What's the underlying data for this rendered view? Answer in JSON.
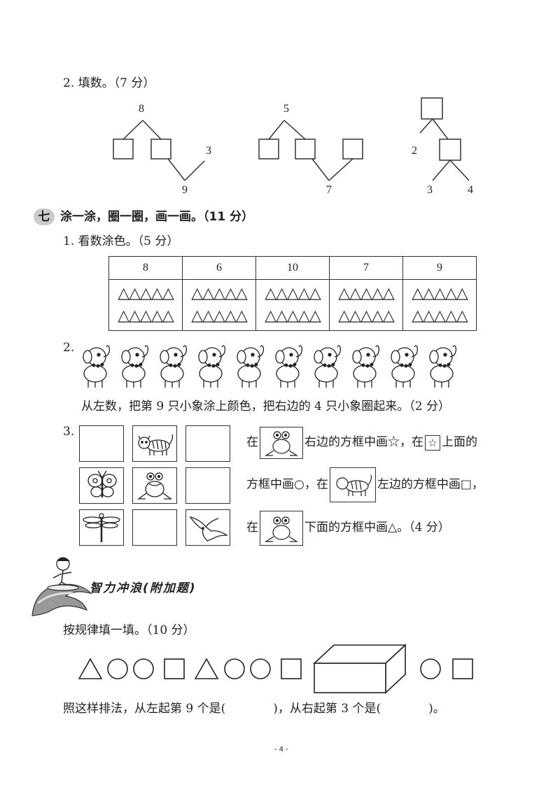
{
  "q2": {
    "title": "2. 填数。（7 分）",
    "tree1": {
      "top": "8",
      "leaf": "3",
      "bottom": "9"
    },
    "tree2": {
      "top": "5",
      "bottom": "7"
    },
    "tree3": {
      "left": "2",
      "leaf1": "3",
      "leaf2": "4"
    }
  },
  "section7": {
    "badge": "七",
    "title": "涂一涂，圈一圈，画一画。（11 分）",
    "q1": {
      "title": "1. 看数涂色。（5 分）",
      "headers": [
        "8",
        "6",
        "10",
        "7",
        "9"
      ],
      "triangle_row": "△△△△△",
      "row_count": 2
    },
    "q2": {
      "number": "2.",
      "elephant_count": 10,
      "instruction": "从左数，把第 9 只小象涂上颜色，把右边的 4 只小象圈起来。（2 分）"
    },
    "q3": {
      "number": "3.",
      "grid": [
        [
          "empty",
          "tiger",
          "empty"
        ],
        [
          "butterfly",
          "frog",
          "empty"
        ],
        [
          "dragonfly",
          "empty",
          "eagle"
        ]
      ],
      "line1_a": "在",
      "line1_b": "右边的方框中画☆，在",
      "star": "☆",
      "line1_c": "上面的",
      "line2_a": "方框中画○，在",
      "line2_b": "左边的方框中画□，",
      "line3_a": "在",
      "line3_b": "下面的方框中画△。（4 分）"
    }
  },
  "bonus": {
    "heading": "智力冲浪(附加题)",
    "instruction": "按规律填一填。（10 分）",
    "sequence": [
      "triangle",
      "circle",
      "circle",
      "square",
      "triangle",
      "circle",
      "circle",
      "square",
      "box-3d",
      "circle",
      "square"
    ],
    "question": "照这样排法，从左起第 9 个是(　　　　)，从右起第 3 个是(　　　　)。"
  },
  "page_number": "- 4 -"
}
